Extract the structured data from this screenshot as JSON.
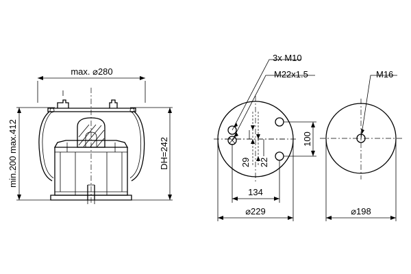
{
  "side_view": {
    "max_diameter_label": "max. ⌀280",
    "height_label": "min.200 max.412",
    "design_height_label": "DH=242"
  },
  "top_plate": {
    "bolt_label": "3x M10",
    "center_thread_label": "M22x1.5",
    "dim_29": "29",
    "dim_22": "22",
    "dim_100": "100",
    "dim_134": "134",
    "diameter_label": "⌀229"
  },
  "bottom_plate": {
    "thread_label": "M16",
    "diameter_label": "⌀198"
  }
}
